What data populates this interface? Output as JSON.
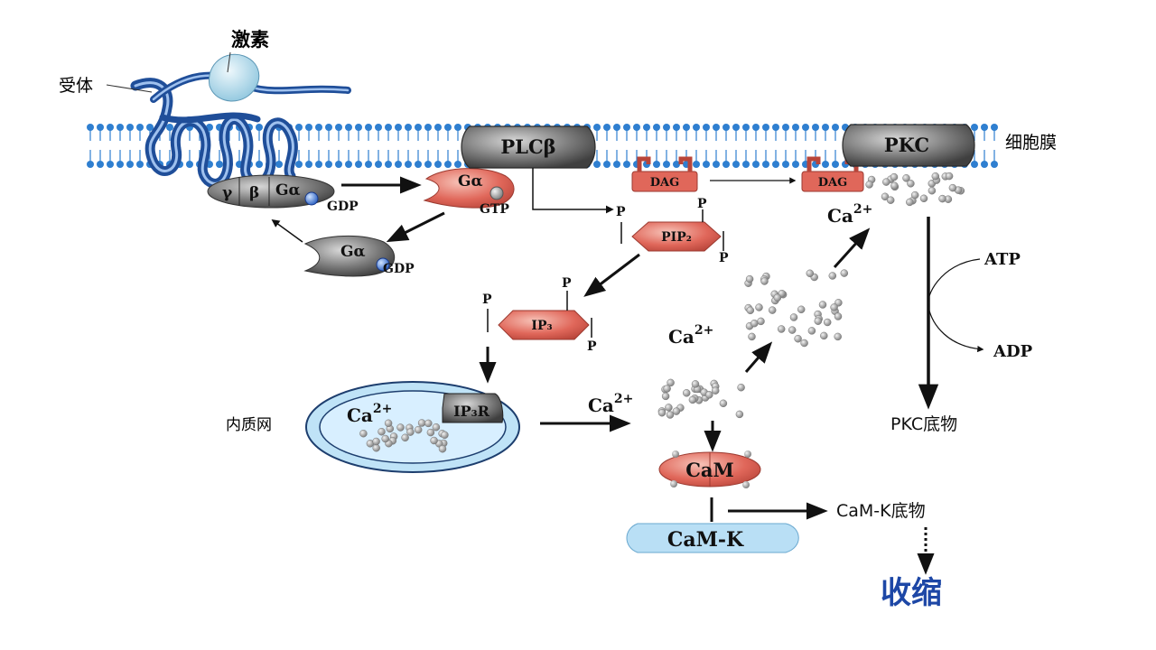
{
  "labels": {
    "hormone": "激素",
    "receptor": "受体",
    "membrane": "细胞膜",
    "er": "内质网",
    "pkc_substrate": "PKC底物",
    "camk_substrate": "CaM-K底物",
    "contraction": "收缩",
    "atp": "ATP",
    "adp": "ADP",
    "ca": "Ca",
    "ca_sup": "2+"
  },
  "proteins": {
    "plc": "PLCβ",
    "pkc": "PKC",
    "dag": "DAG",
    "pip2": "PIP₂",
    "ip3": "IP₃",
    "ip3r": "IP₃R",
    "cam": "CaM",
    "camk": "CaM-K",
    "p": "P",
    "gamma": "γ",
    "beta": "β",
    "galpha": "Gα",
    "gdp": "GDP",
    "gtp": "GTP"
  },
  "colors": {
    "receptor_blue": "#1f4e99",
    "hormone": "#b9dcec",
    "lipid_head": "#2f7fd0",
    "salmon": "#e0675a",
    "gray_protein": "#6d6d6d",
    "er_fill": "#bfe3f7",
    "camk_fill": "#b9dff5",
    "contraction_text": "#1d47a6",
    "ca_dot": "#8c8c8c"
  }
}
